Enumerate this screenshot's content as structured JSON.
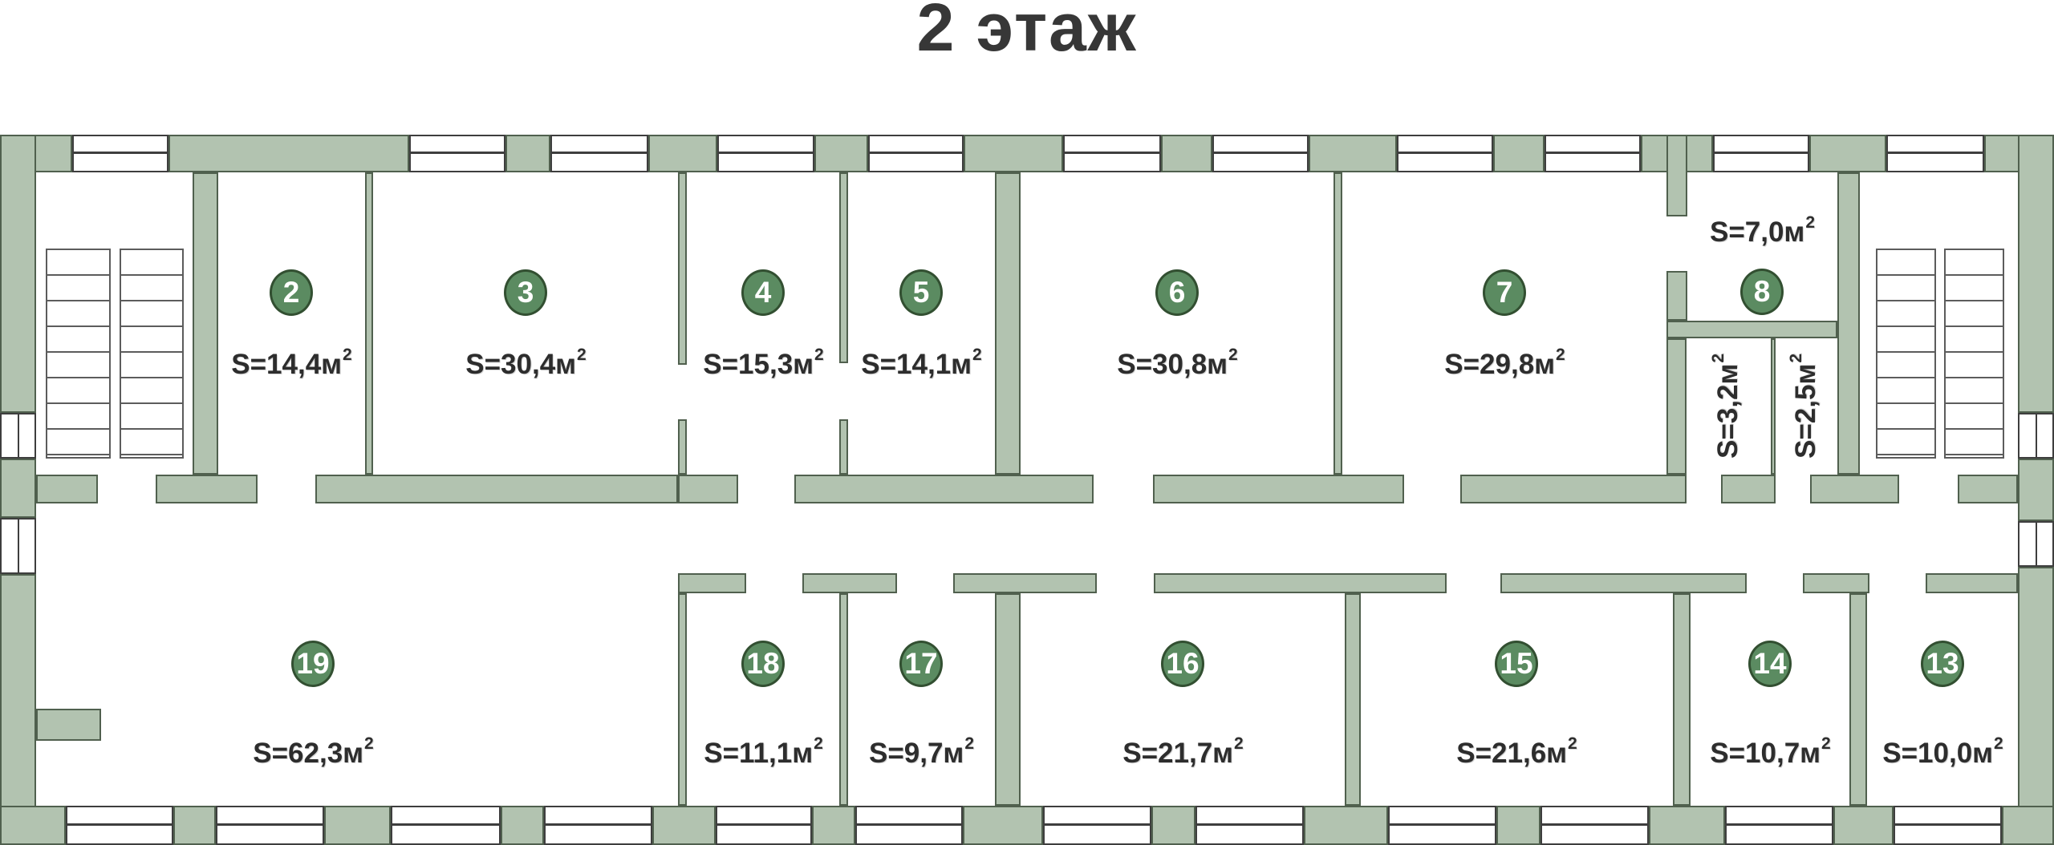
{
  "title": "2 этаж",
  "floor_plan": {
    "rooms_top": [
      {
        "number": "2",
        "area": "S=14,4м",
        "sup": "2"
      },
      {
        "number": "3",
        "area": "S=30,4м",
        "sup": "2"
      },
      {
        "number": "4",
        "area": "S=15,3м",
        "sup": "2"
      },
      {
        "number": "5",
        "area": "S=14,1м",
        "sup": "2"
      },
      {
        "number": "6",
        "area": "S=30,8м",
        "sup": "2"
      },
      {
        "number": "7",
        "area": "S=29,8м",
        "sup": "2"
      },
      {
        "number": "8",
        "area": "S=7,0м",
        "sup": "2"
      }
    ],
    "closets": [
      {
        "area": "S=3,2м",
        "sup": "2"
      },
      {
        "area": "S=2,5м",
        "sup": "2"
      }
    ],
    "rooms_bottom": [
      {
        "number": "19",
        "area": "S=62,3м",
        "sup": "2"
      },
      {
        "number": "18",
        "area": "S=11,1м",
        "sup": "2"
      },
      {
        "number": "17",
        "area": "S=9,7м",
        "sup": "2"
      },
      {
        "number": "16",
        "area": "S=21,7м",
        "sup": "2"
      },
      {
        "number": "15",
        "area": "S=21,6м",
        "sup": "2"
      },
      {
        "number": "14",
        "area": "S=10,7м",
        "sup": "2"
      },
      {
        "number": "13",
        "area": "S=10,0м",
        "sup": "2"
      }
    ],
    "colors": {
      "wall": "#b2c3b0",
      "wall_outline": "#50604e",
      "badge": "#5b8b61",
      "badge_border": "#324f31",
      "text": "#2d2d2d"
    }
  }
}
